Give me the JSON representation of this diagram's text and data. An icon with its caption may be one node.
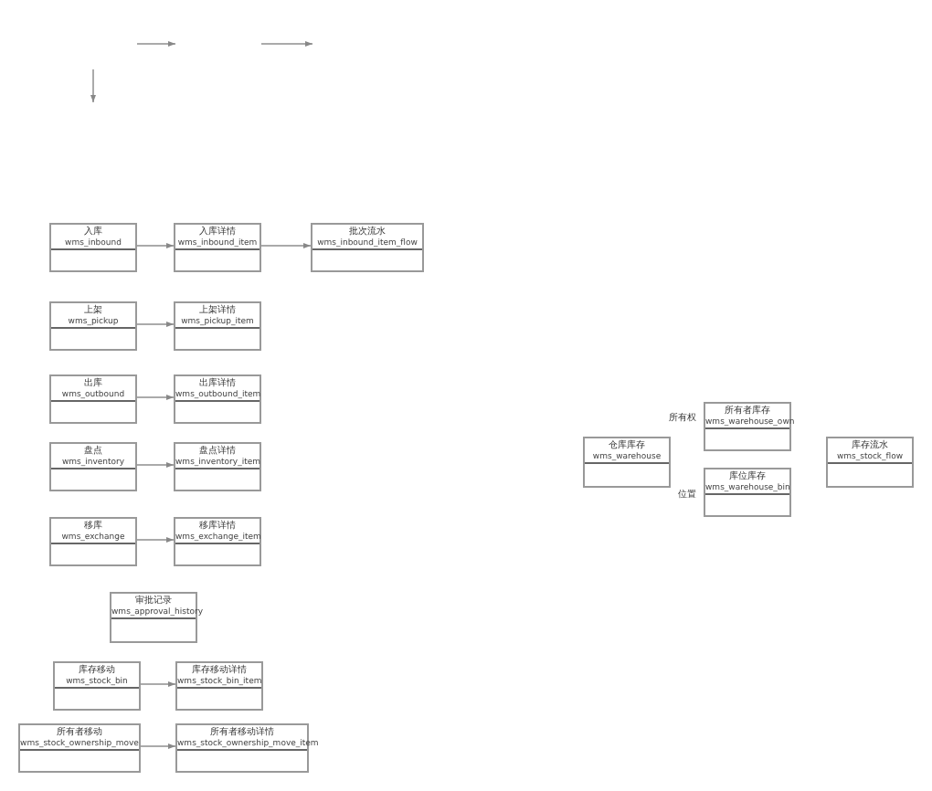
{
  "diagram": {
    "nodes": [
      {
        "text": [
          "入库",
          "wms_inbound"
        ]
      },
      {
        "text": [
          "入库详情",
          "wms_inbound_item"
        ]
      },
      {
        "text": [
          "批次流水",
          "wms_inbound_item_flow"
        ]
      },
      {
        "text": [
          "上架",
          "wms_pickup"
        ]
      },
      {
        "text": [
          "上架详情",
          "wms_pickup_item"
        ]
      },
      {
        "text": [
          "出库",
          "wms_outbound"
        ]
      },
      {
        "text": [
          "出库详情",
          "wms_outbound_item"
        ]
      },
      {
        "text": [
          "盘点",
          "wms_inventory"
        ]
      },
      {
        "text": [
          "盘点详情",
          "wms_inventory_item"
        ]
      },
      {
        "text": [
          "移库",
          "wms_exchange"
        ]
      },
      {
        "text": [
          "移库详情",
          "wms_exchange_item"
        ]
      },
      {
        "text": [
          "审批记录",
          "wms_approval_history"
        ]
      },
      {
        "text": [
          "库存移动",
          "wms_stock_bin"
        ]
      },
      {
        "text": [
          "库存移动详情",
          "wms_stock_bin_item"
        ]
      },
      {
        "text": [
          "所有者移动",
          "wms_stock_ownership_move"
        ]
      },
      {
        "text": [
          "所有者移动详情",
          "wms_stock_ownership_move_item"
        ]
      },
      {
        "text": [
          "仓库库存",
          "wms_warehouse"
        ]
      },
      {
        "text": [
          "所有者库存",
          "wms_warehouse_own"
        ]
      },
      {
        "text": [
          "库位库存",
          "wms_warehouse_bin"
        ]
      },
      {
        "text": [
          "库存流水",
          "wms_stock_flow"
        ]
      }
    ],
    "edges": [
      {
        "from": 0,
        "to": 1,
        "arrow": "to"
      },
      {
        "from": 1,
        "to": 2,
        "arrow": "to"
      },
      {
        "from": 3,
        "to": 4,
        "arrow": "to"
      },
      {
        "from": 5,
        "to": 6,
        "arrow": "to"
      },
      {
        "from": 7,
        "to": 8,
        "arrow": "to"
      },
      {
        "from": 9,
        "to": 10,
        "arrow": "to"
      },
      {
        "from": 12,
        "to": 13,
        "arrow": "to"
      },
      {
        "from": 14,
        "to": 15,
        "arrow": "to"
      }
    ],
    "labels": [
      "所有权",
      "位置"
    ]
  }
}
